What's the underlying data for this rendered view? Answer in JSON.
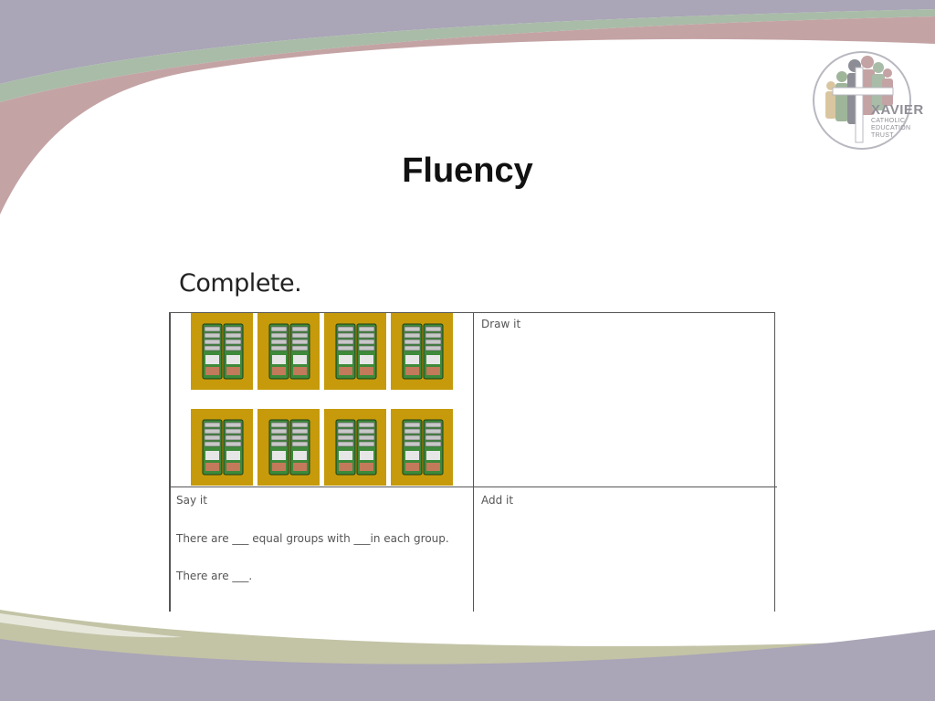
{
  "slide": {
    "title": "Fluency",
    "colors": {
      "band_purple": "#aaa5b7",
      "band_green": "#a9bca8",
      "band_rose": "#c4a3a5",
      "band_olive": "#c3c3a6",
      "tile_gold": "#c69a0a"
    }
  },
  "logo": {
    "name": "XAVIER",
    "line1": "CATHOLIC",
    "line2": "EDUCATION",
    "line3": "TRUST",
    "icon": "people-with-cross-icon"
  },
  "worksheet": {
    "heading": "Complete.",
    "draw_label": "Draw it",
    "say_label": "Say it",
    "say_line1": "There are ___ equal groups with ___in each group.",
    "say_line2": "There are ___.",
    "add_label": "Add it",
    "tile_icon": "battery-pack-icon",
    "tile_count": 8
  }
}
